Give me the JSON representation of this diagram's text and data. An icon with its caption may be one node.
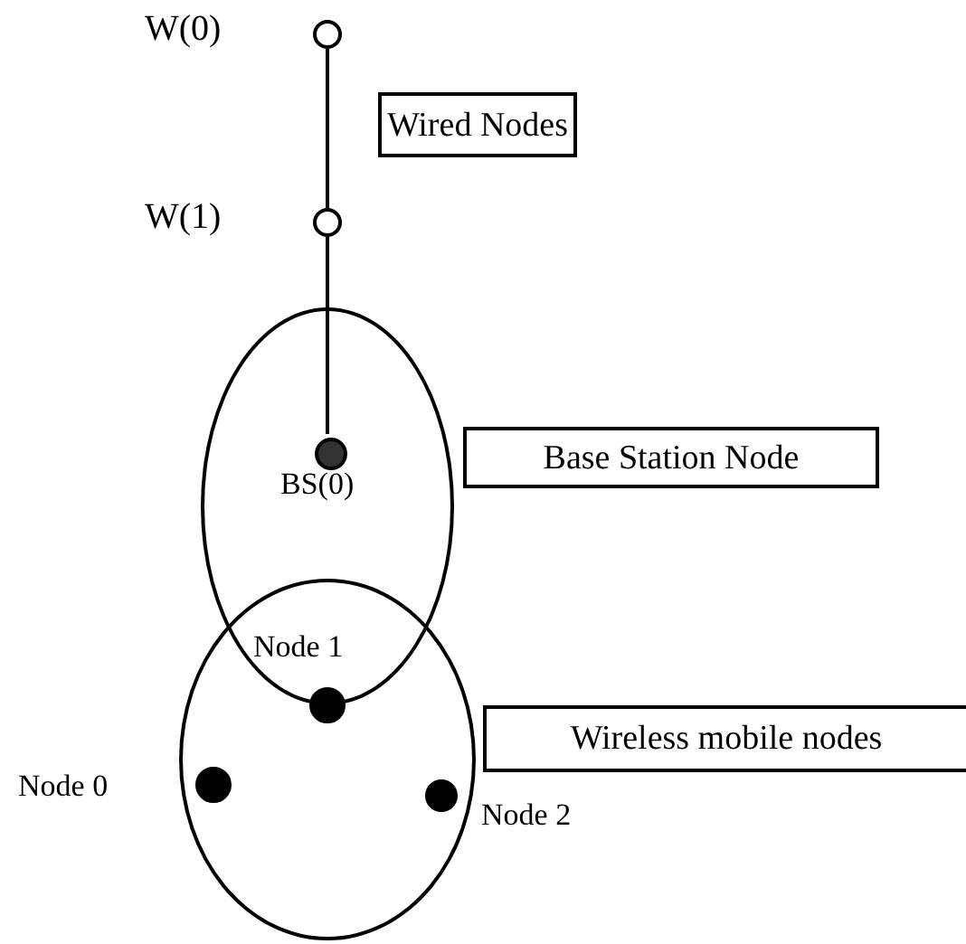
{
  "diagram": {
    "nodes": [
      {
        "text": [],
        "shape": "circle",
        "beside": [
          "W(0)"
        ]
      },
      {
        "text": [
          "Wired Nodes"
        ]
      },
      {
        "text": [],
        "shape": "circle",
        "beside": [
          "W(1)"
        ]
      },
      {
        "text": [],
        "shape": "ellipse"
      },
      {
        "text": [],
        "shape": "circle",
        "beside": [
          "BS(0)"
        ],
        "in": 3
      },
      {
        "text": [
          "Base Station Node"
        ]
      },
      {
        "text": [],
        "shape": "ellipse"
      },
      {
        "text": [],
        "shape": "circle",
        "beside": [
          "Node 1"
        ],
        "in": 6
      },
      {
        "text": [
          "Wireless mobile nodes"
        ]
      },
      {
        "text": [],
        "shape": "circle",
        "beside": [
          "Node 0"
        ],
        "in": 6
      },
      {
        "text": [],
        "shape": "circle",
        "beside": [
          "Node 2"
        ],
        "in": 6
      }
    ],
    "edges": [
      {
        "from": 0,
        "to": 2,
        "arrow": "none"
      },
      {
        "from": 2,
        "to": 4,
        "arrow": "none"
      }
    ]
  }
}
